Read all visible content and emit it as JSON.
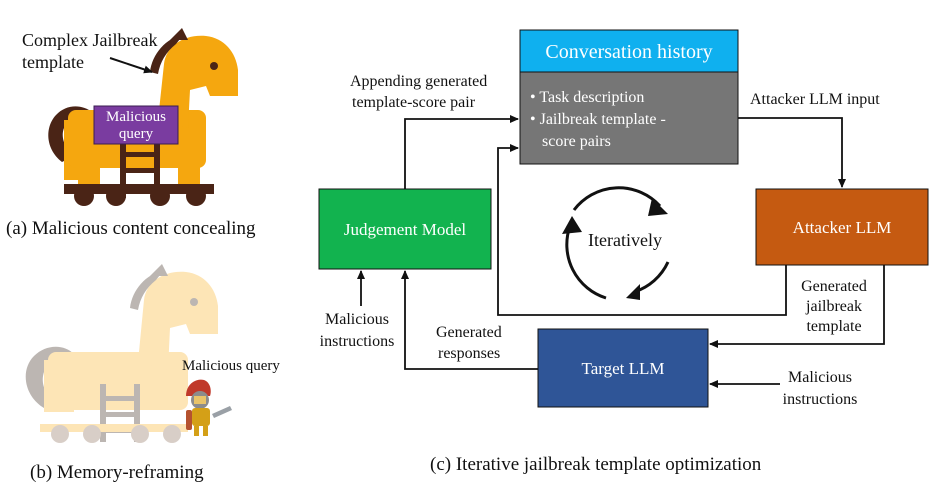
{
  "panel_a": {
    "pointer_label_line1": "Complex Jailbreak",
    "pointer_label_line2": "template",
    "saddle_line1": "Malicious",
    "saddle_line2": "query",
    "caption": "(a) Malicious content concealing",
    "colors": {
      "horse": "#f5a70f",
      "saddle": "#7a3ca0",
      "tail": "#4a2416"
    }
  },
  "panel_b": {
    "query_label": "Malicious query",
    "caption": "(b) Memory-reframing",
    "colors": {
      "horse": "#fde5b6",
      "tail": "#bcb6b2"
    }
  },
  "panel_c": {
    "conversation_header": "Conversation history",
    "conversation_bullet1": "• Task description",
    "conversation_bullet2_line1": "• Jailbreak template -",
    "conversation_bullet2_line2": "score pairs",
    "appending_line1": "Appending generated",
    "appending_line2": "template-score pair",
    "attacker_input_label": "Attacker LLM input",
    "judgement_model": "Judgement Model",
    "attacker_llm": "Attacker LLM",
    "target_llm": "Target LLM",
    "iteratively": "Iteratively",
    "generated_template_line1": "Generated",
    "generated_template_line2": "jailbreak",
    "generated_template_line3": "template",
    "malicious_left_line1": "Malicious",
    "malicious_left_line2": "instructions",
    "generated_responses_line1": "Generated",
    "generated_responses_line2": "responses",
    "malicious_right_line1": "Malicious",
    "malicious_right_line2": "instructions",
    "caption": "(c) Iterative jailbreak template optimization",
    "colors": {
      "conversation_header": "#0fb0ef",
      "conversation_body": "#767676",
      "judgement": "#12b34f",
      "attacker": "#c55a11",
      "target": "#2f5597"
    }
  }
}
